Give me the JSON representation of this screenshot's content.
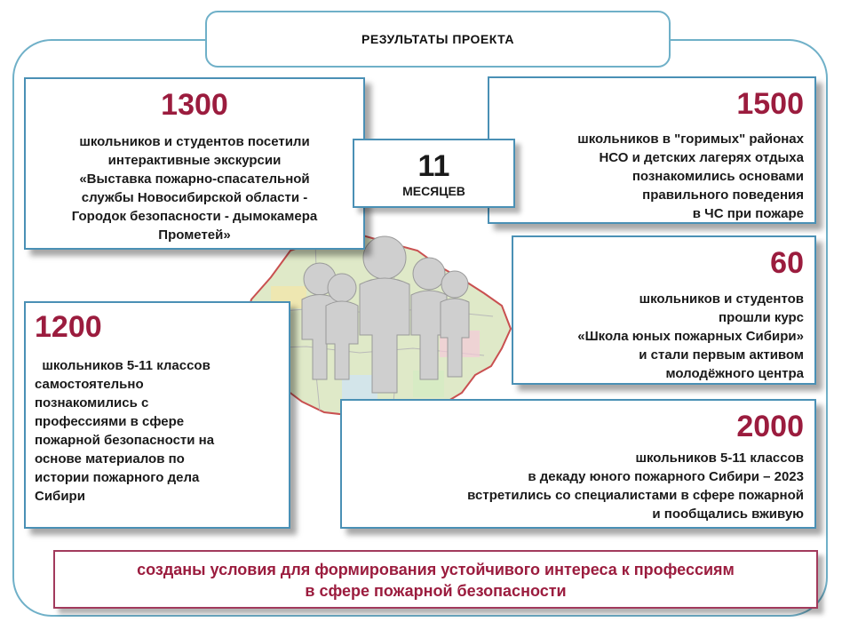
{
  "title": "РЕЗУЛЬТАТЫ  ПРОЕКТА",
  "card_1300": {
    "number": "1300",
    "lines": [
      "школьников и студентов посетили",
      "интерактивные экскурсии",
      "«Выставка пожарно-спасательной",
      "службы Новосибирской области -",
      "Городок безопасности - дымокамера",
      "Прометей»"
    ]
  },
  "card_1500": {
    "number": "1500",
    "lines": [
      "школьников в \"горимых\" районах",
      "НСО и детских лагерях отдыха",
      "познакомились основами",
      "правильного поведения",
      "в ЧС при пожаре"
    ]
  },
  "months": {
    "number": "11",
    "label": "МЕСЯЦЕВ"
  },
  "card_60": {
    "number": "60",
    "lines": [
      "школьников и студентов",
      "прошли курс",
      "«Школа юных пожарных Сибири»",
      "и стали первым активом",
      "молодёжного центра"
    ]
  },
  "card_1200": {
    "number": "1200",
    "lines": [
      "  школьников 5-11 классов",
      "самостоятельно",
      "познакомились  с",
      "профессиями в сфере",
      "пожарной безопасности на",
      "основе материалов по",
      "истории пожарного дела",
      "Сибири"
    ]
  },
  "card_2000": {
    "number": "2000",
    "lines": [
      "школьников 5-11 классов",
      "в декаду юного пожарного Сибири – 2023",
      "встретились со специалистами  в сфере пожарной",
      "и пообщались  вживую"
    ]
  },
  "bottom": {
    "lines": [
      "созданы условия для формирования устойчивого интереса к профессиям",
      "в сфере пожарной безопасности"
    ]
  },
  "colors": {
    "accent_number": "#9b1c3e",
    "card_border": "#4a90b5",
    "frame_border": "#6fb0c8",
    "bottom_border": "#a23a5c"
  }
}
